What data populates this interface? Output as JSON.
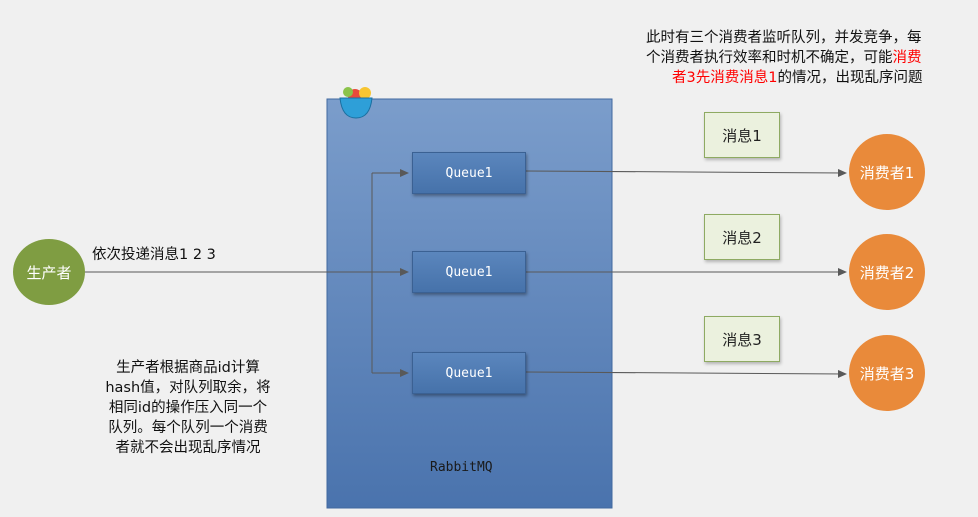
{
  "producer": {
    "label": "生产者",
    "color": "#7f9d42"
  },
  "send_label": "依次投递消息1 2 3",
  "broker": {
    "label": "RabbitMQ",
    "color": "#4a73ad"
  },
  "queues": [
    {
      "label": "Queue1"
    },
    {
      "label": "Queue1"
    },
    {
      "label": "Queue1"
    }
  ],
  "messages": [
    {
      "label": "消息1"
    },
    {
      "label": "消息2"
    },
    {
      "label": "消息3"
    }
  ],
  "consumers": [
    {
      "label": "消费者1"
    },
    {
      "label": "消费者2"
    },
    {
      "label": "消费者3"
    }
  ],
  "consumer_color": "#e98a3a",
  "top_note": {
    "line1": "此时有三个消费者监听队列，并发竞争，每",
    "line2_part1": "个消费者执行效率和时机不确定，可能",
    "line2_red": "消费",
    "line3_red": "者3先消费消息1",
    "line3_part2": "的情况，出现乱序问题"
  },
  "bottom_note": {
    "line1": "生产者根据商品id计算",
    "line2": "hash值，对队列取余，将",
    "line3": "相同id的操作压入同一个",
    "line4": "队列。每个队列一个消费",
    "line5": "者就不会出现乱序情况"
  },
  "accent_red": "#ff0000"
}
